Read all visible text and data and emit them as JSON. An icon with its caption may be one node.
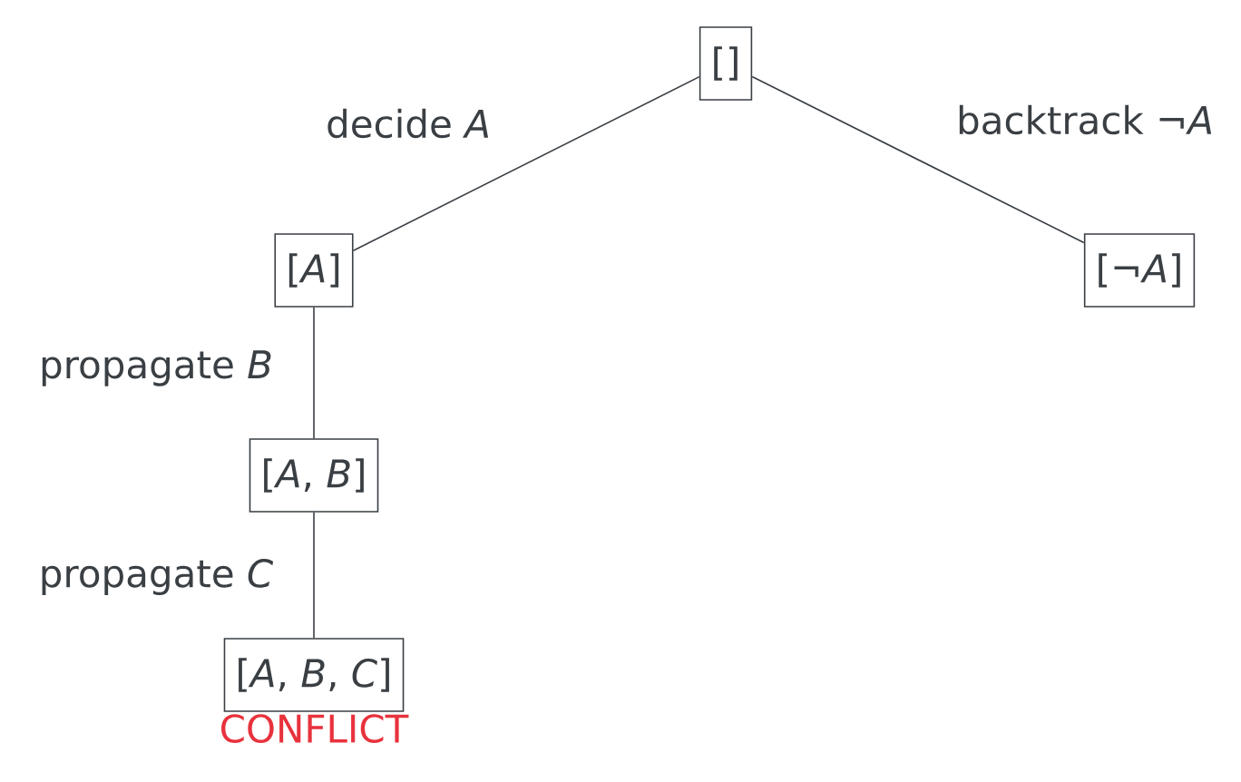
{
  "diagram": {
    "nodes": [
      {
        "text": [
          "[]"
        ]
      },
      {
        "text": [
          "[*A*]"
        ]
      },
      {
        "text": [
          "[¬*A*]"
        ]
      },
      {
        "text": [
          "[*A*, *B*]"
        ]
      },
      {
        "text": [
          "[*A*, *B*, *C*]"
        ],
        "beside": [
          "CONFLICT"
        ]
      }
    ],
    "edges": [
      {
        "from": 0,
        "to": 1,
        "arrow": "none",
        "label": "decide *A*"
      },
      {
        "from": 0,
        "to": 2,
        "arrow": "none",
        "label": "backtrack ¬*A*"
      },
      {
        "from": 1,
        "to": 3,
        "arrow": "none",
        "label": "propagate *B*"
      },
      {
        "from": 3,
        "to": 4,
        "arrow": "none",
        "label": "propagate *C*"
      }
    ]
  }
}
